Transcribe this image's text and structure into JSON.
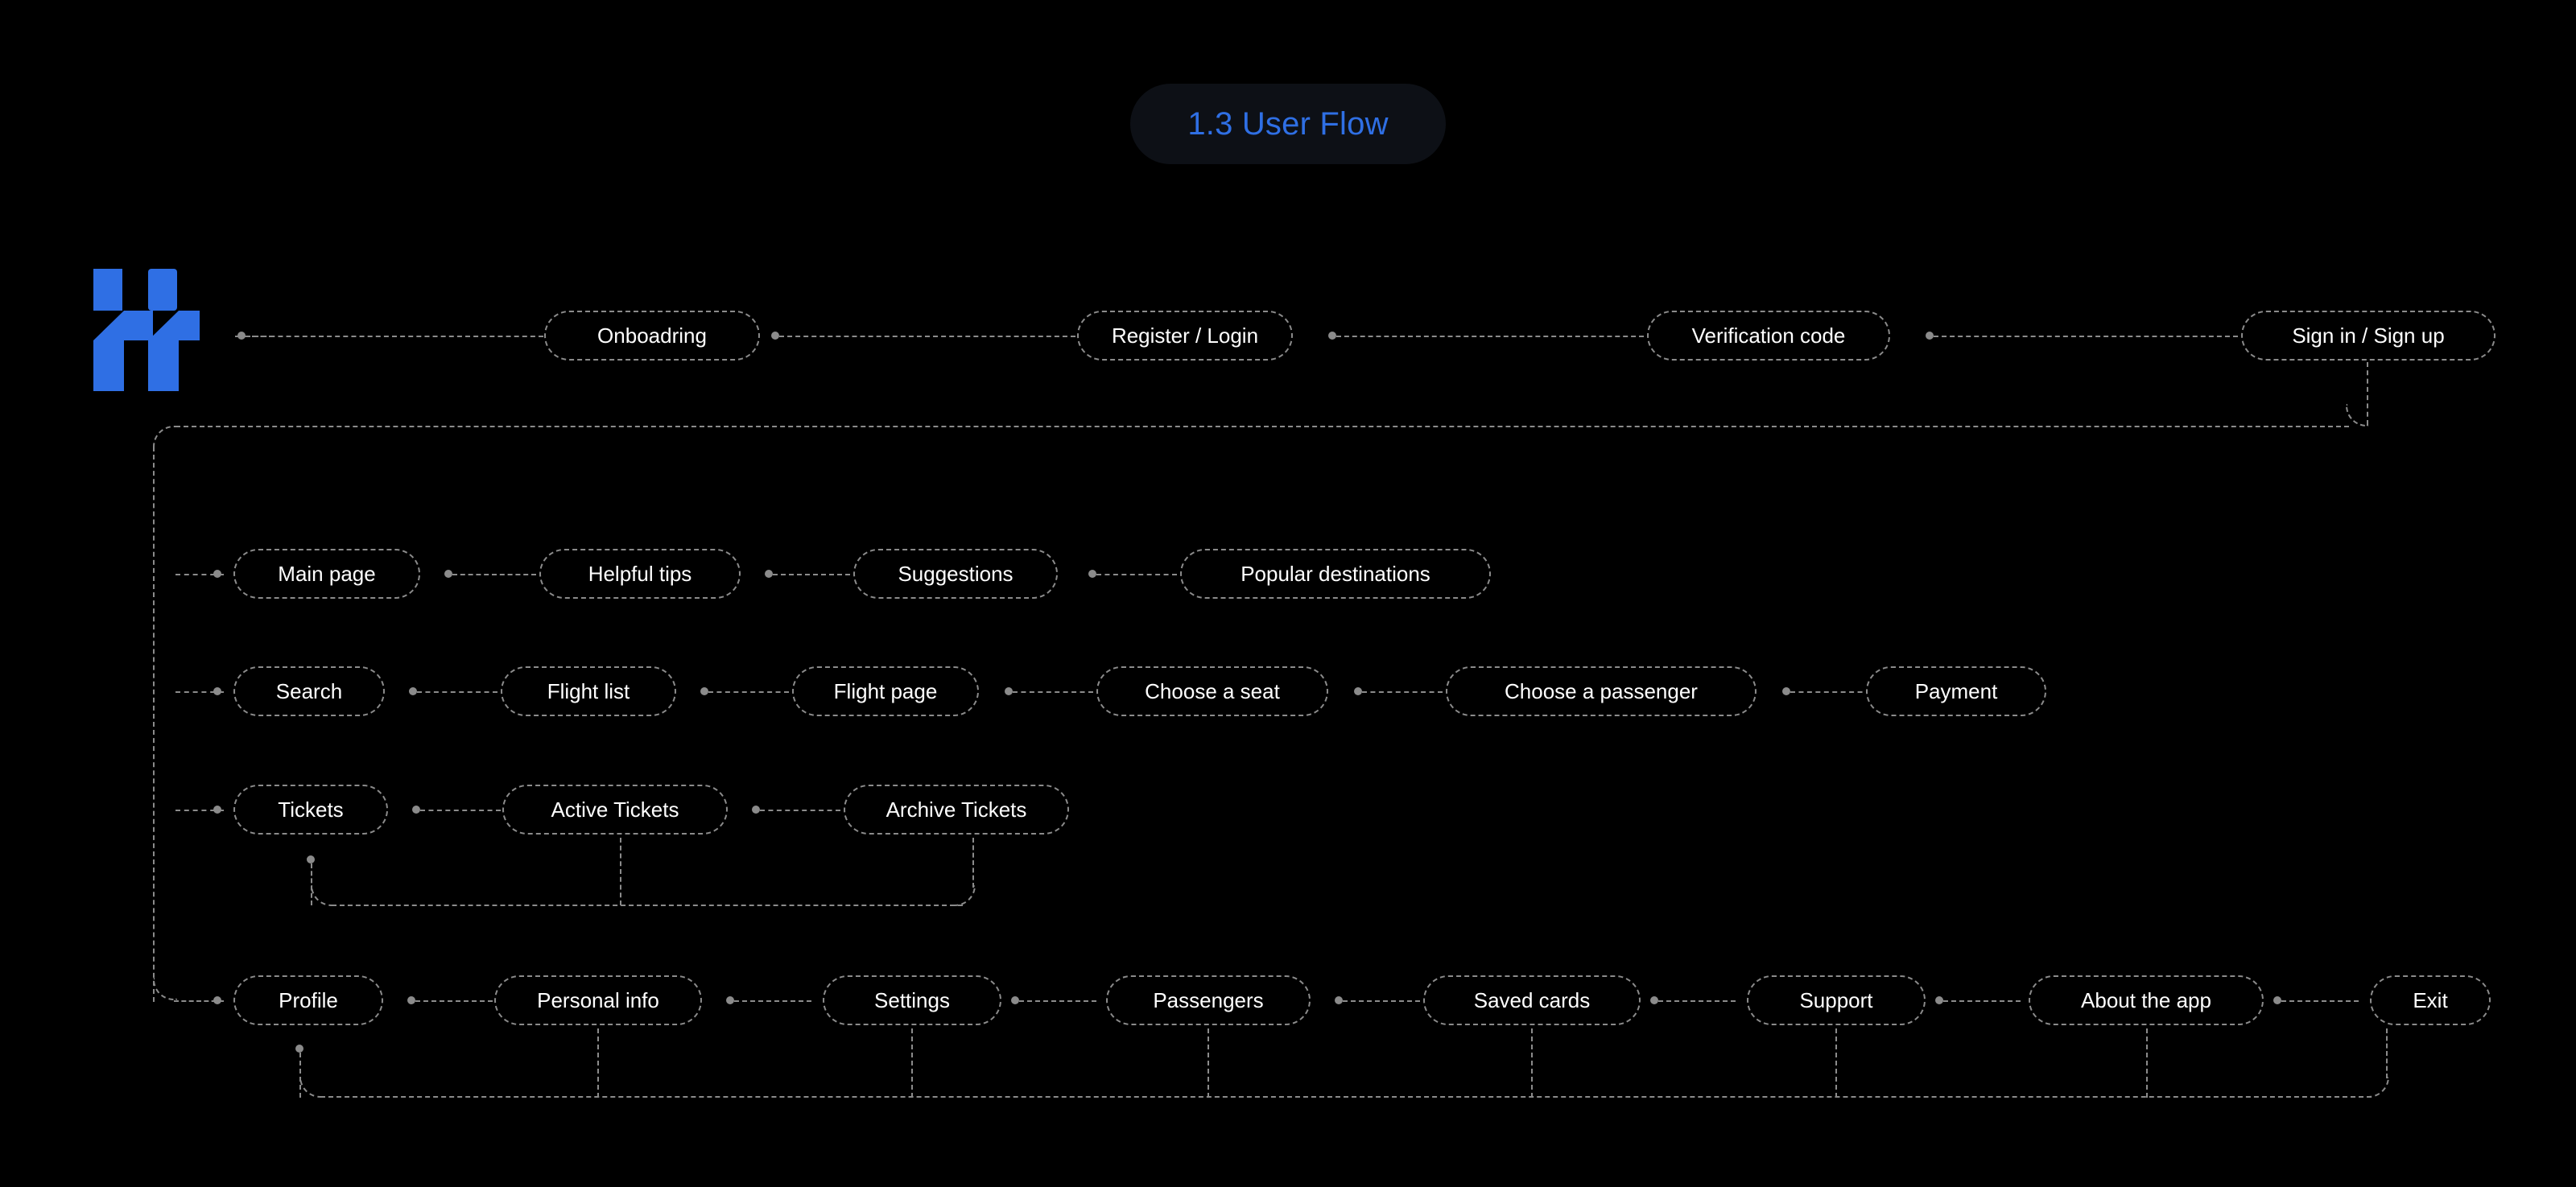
{
  "page": {
    "background_color": "#000000",
    "line_color": "#8b8b8b",
    "node_text_color": "#ffffff"
  },
  "title": {
    "label": "1.3 User Flow",
    "text_color": "#2f6fe4",
    "badge_color": "#0d1016"
  },
  "logo": {
    "name": "app-logo",
    "color": "#2f6fe4"
  },
  "flow": {
    "rows": [
      {
        "id": "auth-row",
        "nodes": [
          {
            "label": "Onboadring"
          },
          {
            "label": "Register / Login"
          },
          {
            "label": "Verification code"
          },
          {
            "label": "Sign in / Sign up"
          }
        ]
      },
      {
        "id": "home-row",
        "nodes": [
          {
            "label": "Main page"
          },
          {
            "label": "Helpful tips"
          },
          {
            "label": "Suggestions"
          },
          {
            "label": "Popular destinations"
          }
        ]
      },
      {
        "id": "booking-row",
        "nodes": [
          {
            "label": "Search"
          },
          {
            "label": "Flight list"
          },
          {
            "label": "Flight page"
          },
          {
            "label": "Choose a seat"
          },
          {
            "label": "Choose a passenger"
          },
          {
            "label": "Payment"
          }
        ]
      },
      {
        "id": "tickets-row",
        "nodes": [
          {
            "label": "Tickets"
          },
          {
            "label": "Active Tickets"
          },
          {
            "label": "Archive Tickets"
          }
        ]
      },
      {
        "id": "profile-row",
        "nodes": [
          {
            "label": "Profile"
          },
          {
            "label": "Personal info"
          },
          {
            "label": "Settings"
          },
          {
            "label": "Passengers"
          },
          {
            "label": "Saved cards"
          },
          {
            "label": "Support"
          },
          {
            "label": "About the app"
          },
          {
            "label": "Exit"
          }
        ]
      }
    ]
  }
}
